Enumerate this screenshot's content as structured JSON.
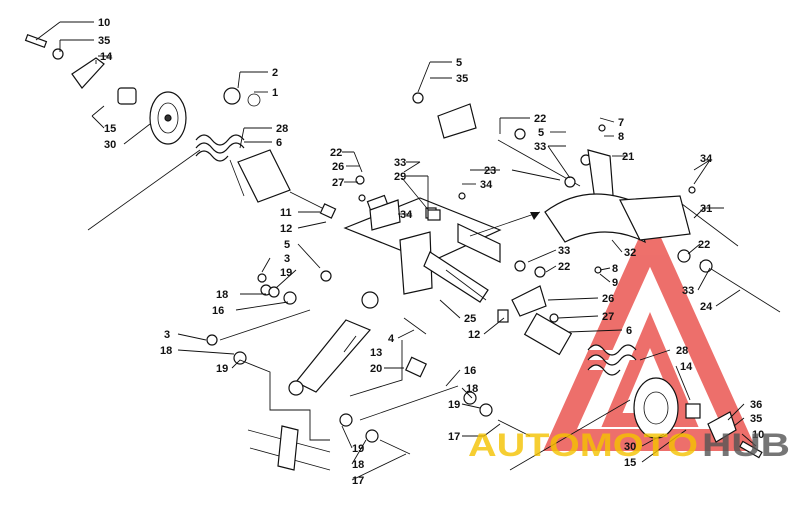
{
  "labels": {
    "l10a": "10",
    "l35a": "35",
    "l14a": "14",
    "l15a": "15",
    "l30a": "30",
    "l2": "2",
    "l1": "1",
    "l28a": "28",
    "l6a": "6",
    "l5a": "5",
    "l35b": "35",
    "l22a": "22",
    "l5b": "5",
    "l33a": "33",
    "l7": "7",
    "l8a": "8",
    "l21": "21",
    "l22b": "22",
    "l26a": "26",
    "l27a": "27",
    "l33b": "33",
    "l29": "29",
    "l23": "23",
    "l34a": "34",
    "l34b": "34",
    "l11": "11",
    "l12a": "12",
    "l34c": "34",
    "l31": "31",
    "l5c": "5",
    "l3a": "3",
    "l19a": "19",
    "l18a": "18",
    "l16a": "16",
    "l33c": "33",
    "l22c": "22",
    "l8b": "8",
    "l9": "9",
    "l32": "32",
    "l22d": "22",
    "l33d": "33",
    "l24": "24",
    "l26b": "26",
    "l27b": "27",
    "l6b": "6",
    "l3b": "3",
    "l18b": "18",
    "l4": "4",
    "l25": "25",
    "l12b": "12",
    "l13": "13",
    "l20": "20",
    "l19b": "19",
    "l28b": "28",
    "l14b": "14",
    "l16b": "16",
    "l18c": "18",
    "l19c": "19",
    "l17a": "17",
    "l19d": "19",
    "l18d": "18",
    "l17b": "17",
    "l36": "36",
    "l35c": "35",
    "l10b": "10",
    "l30b": "30",
    "l15b": "15"
  },
  "watermark": {
    "text_a": "AUTOMOTO",
    "text_b": "HUB",
    "color_red": "#e8403a",
    "color_yellow": "#f5c300",
    "color_gray": "#555555"
  }
}
